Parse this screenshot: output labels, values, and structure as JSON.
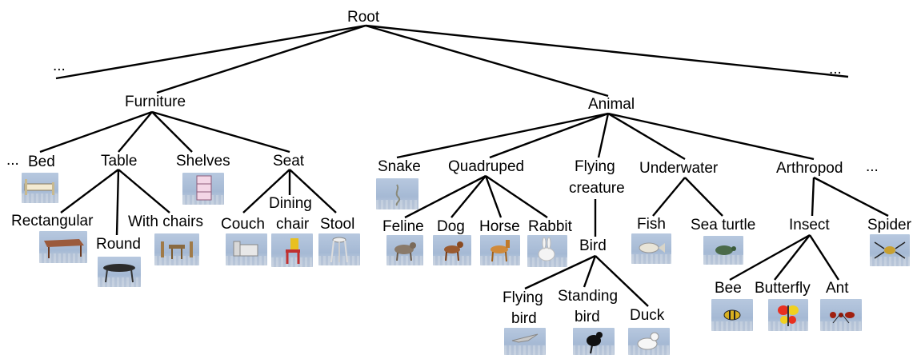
{
  "nodes": {
    "root": "Root",
    "ellipsis_left_top": "...",
    "ellipsis_right_top": "...",
    "furniture": "Furniture",
    "animal": "Animal",
    "ellipsis_bed": "...",
    "bed": "Bed",
    "table": "Table",
    "shelves": "Shelves",
    "seat": "Seat",
    "rectangular": "Rectangular",
    "round": "Round",
    "with_chairs": "With chairs",
    "couch": "Couch",
    "dining_chair_1": "Dining",
    "dining_chair_2": "chair",
    "stool": "Stool",
    "snake": "Snake",
    "quadruped": "Quadruped",
    "flying_creature_1": "Flying",
    "flying_creature_2": "creature",
    "underwater": "Underwater",
    "arthropod": "Arthropod",
    "ellipsis_arthropod": "...",
    "feline": "Feline",
    "dog": "Dog",
    "horse": "Horse",
    "rabbit": "Rabbit",
    "bird": "Bird",
    "fish": "Fish",
    "sea_turtle": "Sea turtle",
    "insect": "Insect",
    "spider": "Spider",
    "flying_bird_1": "Flying",
    "flying_bird_2": "bird",
    "standing_bird_1": "Standing",
    "standing_bird_2": "bird",
    "duck": "Duck",
    "bee": "Bee",
    "butterfly": "Butterfly",
    "ant": "Ant"
  },
  "colors": {
    "edge": "#000000",
    "thumb_bg": "#aabdd7"
  }
}
